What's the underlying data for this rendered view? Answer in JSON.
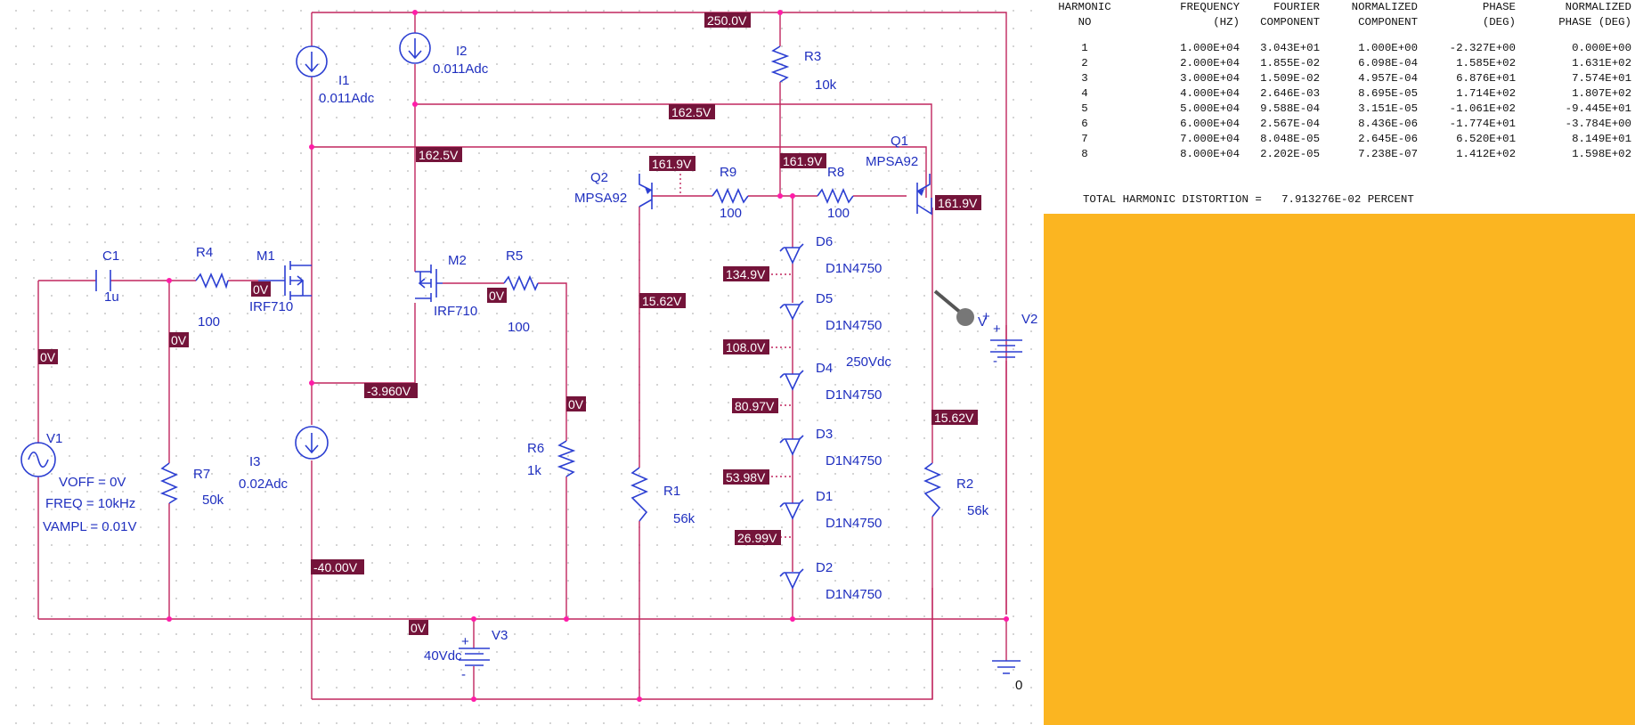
{
  "schematic": {
    "voltage_markers": {
      "top_rail": "250.0V",
      "r3_node": "162.5V",
      "m2_drain": "162.5V",
      "q2_emitter": "161.9V",
      "r9_r8_node": "161.9V",
      "q1_emitter": "161.9V",
      "q2_base": "15.62V",
      "q1_base": "15.62V",
      "m1_gate": "0V",
      "m2_gate": "0V",
      "c1_r4": "0V",
      "v1_top": "0V",
      "r6_top": "0V",
      "gnd_bus": "0V",
      "sources_node": "-3.960V",
      "i3_bottom": "-40.00V",
      "d6_d5": "134.9V",
      "d5_d4": "108.0V",
      "d4_d3": "80.97V",
      "d3_d1": "53.98V",
      "d1_d2": "26.99V"
    },
    "components": {
      "i1": {
        "name": "I1",
        "value": "0.011Adc"
      },
      "i2": {
        "name": "I2",
        "value": "0.011Adc"
      },
      "i3": {
        "name": "I3",
        "value": "0.02Adc"
      },
      "r3": {
        "name": "R3",
        "value": "10k"
      },
      "r9": {
        "name": "R9",
        "value": "100"
      },
      "r8": {
        "name": "R8",
        "value": "100"
      },
      "q1": {
        "name": "Q1",
        "model": "MPSA92"
      },
      "q2": {
        "name": "Q2",
        "model": "MPSA92"
      },
      "c1": {
        "name": "C1",
        "value": "1u"
      },
      "r4": {
        "name": "R4",
        "value": "100"
      },
      "m1": {
        "name": "M1",
        "model": "IRF710"
      },
      "m2": {
        "name": "M2",
        "model": "IRF710"
      },
      "r5": {
        "name": "R5",
        "value": "100"
      },
      "r6": {
        "name": "R6",
        "value": "1k"
      },
      "r7": {
        "name": "R7",
        "value": "50k"
      },
      "r1": {
        "name": "R1",
        "value": "56k"
      },
      "r2": {
        "name": "R2",
        "value": "56k"
      },
      "v1": {
        "name": "V1",
        "voff": "VOFF = 0V",
        "freq": "FREQ = 10kHz",
        "vampl": "VAMPL = 0.01V"
      },
      "v2": {
        "name": "V2",
        "value": "250Vdc"
      },
      "v3": {
        "name": "V3",
        "value": "40Vdc"
      },
      "d6": {
        "name": "D6",
        "model": "D1N4750"
      },
      "d5": {
        "name": "D5",
        "model": "D1N4750"
      },
      "d4": {
        "name": "D4",
        "model": "D1N4750"
      },
      "d3": {
        "name": "D3",
        "model": "D1N4750"
      },
      "d1": {
        "name": "D1",
        "model": "D1N4750"
      },
      "d2": {
        "name": "D2",
        "model": "D1N4750"
      }
    },
    "probe_label": "V",
    "plus_sign": "+",
    "minus_sign": "-",
    "ground_label": "0"
  },
  "fourier": {
    "headers": {
      "c1": [
        "HARMONIC",
        "NO"
      ],
      "c2": [
        "FREQUENCY",
        "(HZ)"
      ],
      "c3": [
        "FOURIER",
        "COMPONENT"
      ],
      "c4": [
        "NORMALIZED",
        "COMPONENT"
      ],
      "c5": [
        "PHASE",
        "(DEG)"
      ],
      "c6": [
        "NORMALIZED",
        "PHASE (DEG)"
      ]
    },
    "rows": [
      [
        "1",
        "1.000E+04",
        "3.043E+01",
        "1.000E+00",
        "-2.327E+00",
        "0.000E+00"
      ],
      [
        "2",
        "2.000E+04",
        "1.855E-02",
        "6.098E-04",
        "1.585E+02",
        "1.631E+02"
      ],
      [
        "3",
        "3.000E+04",
        "1.509E-02",
        "4.957E-04",
        "6.876E+01",
        "7.574E+01"
      ],
      [
        "4",
        "4.000E+04",
        "2.646E-03",
        "8.695E-05",
        "1.714E+02",
        "1.807E+02"
      ],
      [
        "5",
        "5.000E+04",
        "9.588E-04",
        "3.151E-05",
        "-1.061E+02",
        "-9.445E+01"
      ],
      [
        "6",
        "6.000E+04",
        "2.567E-04",
        "8.436E-06",
        "-1.774E+01",
        "-3.784E+00"
      ],
      [
        "7",
        "7.000E+04",
        "8.048E-05",
        "2.645E-06",
        "6.520E+01",
        "8.149E+01"
      ],
      [
        "8",
        "8.000E+04",
        "2.202E-05",
        "7.238E-07",
        "1.412E+02",
        "1.598E+02"
      ]
    ],
    "thd_label": "TOTAL HARMONIC DISTORTION =",
    "thd_value": "7.913276E-02 PERCENT"
  },
  "colors": {
    "wire": "#c0265f",
    "component": "#2c3fd2",
    "marker_bg": "#74143a",
    "node": "#ff1ca8",
    "panel_fill": "#fbb521"
  }
}
